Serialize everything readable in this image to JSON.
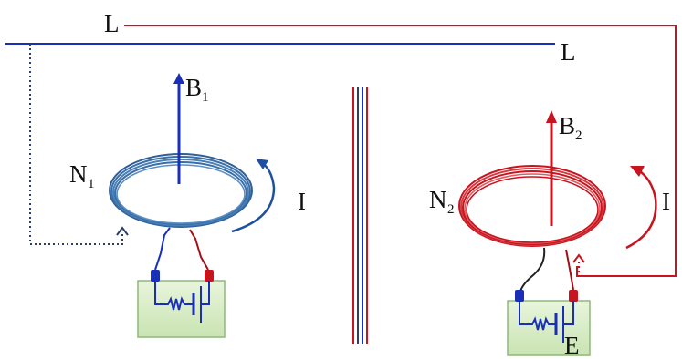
{
  "labels": {
    "line_top": "L",
    "line_bottom": "L",
    "coil1_turns_letter": "N",
    "coil1_turns_sub": "1",
    "coil2_turns_letter": "N",
    "coil2_turns_sub": "2",
    "field1_letter": "B",
    "field1_sub": "1",
    "field2_letter": "B",
    "field2_sub": "2",
    "current1": "I",
    "current2": "I",
    "emf": "E"
  },
  "colors": {
    "blue": "#1a2fb8",
    "coil_blue": "#3a6fa8",
    "red": "#c8141e",
    "dark_red": "#a01018",
    "navy_dots": "#2a3e6e",
    "battery_fill": "#d6ecc6",
    "battery_border": "#8fb87a",
    "black_wire": "#222222"
  }
}
